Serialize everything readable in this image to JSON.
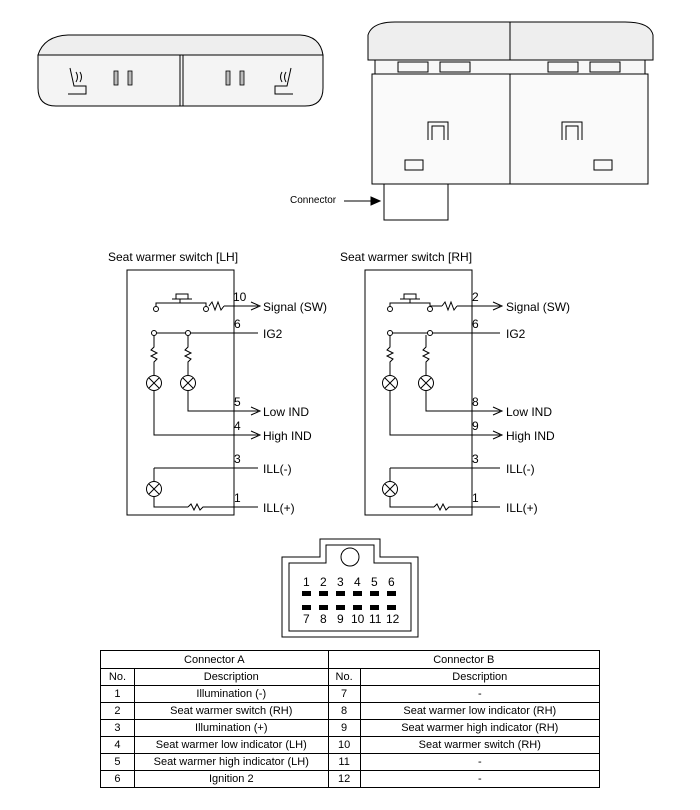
{
  "figure": {
    "connector_callout": "Connector",
    "lh": {
      "title": "Seat warmer switch [LH]",
      "pins": [
        {
          "num": "10",
          "label": "Signal (SW)"
        },
        {
          "num": "6",
          "label": "IG2"
        },
        {
          "num": "5",
          "label": "Low IND"
        },
        {
          "num": "4",
          "label": "High IND"
        },
        {
          "num": "3",
          "label": "ILL(-)"
        },
        {
          "num": "1",
          "label": "ILL(+)"
        }
      ]
    },
    "rh": {
      "title": "Seat warmer switch [RH]",
      "pins": [
        {
          "num": "2",
          "label": "Signal (SW)"
        },
        {
          "num": "6",
          "label": "IG2"
        },
        {
          "num": "8",
          "label": "Low IND"
        },
        {
          "num": "9",
          "label": "High IND"
        },
        {
          "num": "3",
          "label": "ILL(-)"
        },
        {
          "num": "1",
          "label": "ILL(+)"
        }
      ]
    },
    "connector_face": {
      "top_row": [
        "1",
        "2",
        "3",
        "4",
        "5",
        "6"
      ],
      "bottom_row": [
        "7",
        "8",
        "9",
        "10",
        "11",
        "12"
      ]
    }
  },
  "table": {
    "group_a": "Connector A",
    "group_b": "Connector B",
    "col_no": "No.",
    "col_desc": "Description",
    "rows": [
      {
        "a_no": "1",
        "a_desc": "Illumination (-)",
        "b_no": "7",
        "b_desc": "-"
      },
      {
        "a_no": "2",
        "a_desc": "Seat warmer switch (RH)",
        "b_no": "8",
        "b_desc": "Seat warmer low indicator (RH)"
      },
      {
        "a_no": "3",
        "a_desc": "Illumination (+)",
        "b_no": "9",
        "b_desc": "Seat warmer high indicator (RH)"
      },
      {
        "a_no": "4",
        "a_desc": "Seat warmer low indicator (LH)",
        "b_no": "10",
        "b_desc": "Seat warmer switch (RH)"
      },
      {
        "a_no": "5",
        "a_desc": "Seat warmer high indicator (LH)",
        "b_no": "11",
        "b_desc": "-"
      },
      {
        "a_no": "6",
        "a_desc": "Ignition 2",
        "b_no": "12",
        "b_desc": "-"
      }
    ]
  }
}
